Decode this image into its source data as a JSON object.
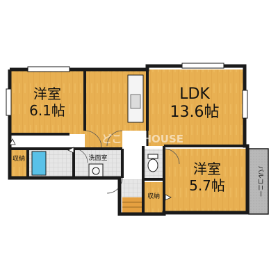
{
  "floorplan": {
    "rooms": {
      "western_room_1": {
        "name": "洋室",
        "size": "6.1帖"
      },
      "ldk": {
        "name": "LDK",
        "size": "13.6帖"
      },
      "western_room_2": {
        "name": "洋室",
        "size": "5.7帖"
      },
      "closet_1": {
        "label": "収納"
      },
      "closet_2": {
        "label": "収納"
      },
      "washroom": {
        "label": "洗面室"
      },
      "balcony": {
        "label": "バルコニー"
      }
    },
    "watermark": "どこでもHOUSE",
    "colors": {
      "floor_wood": "#e8b052",
      "tile": "#d8d8d8",
      "balcony": "#b3b3b3",
      "bath": "#59c1e8",
      "wall": "#1a1a1a",
      "stairs": "#e5a040"
    }
  }
}
